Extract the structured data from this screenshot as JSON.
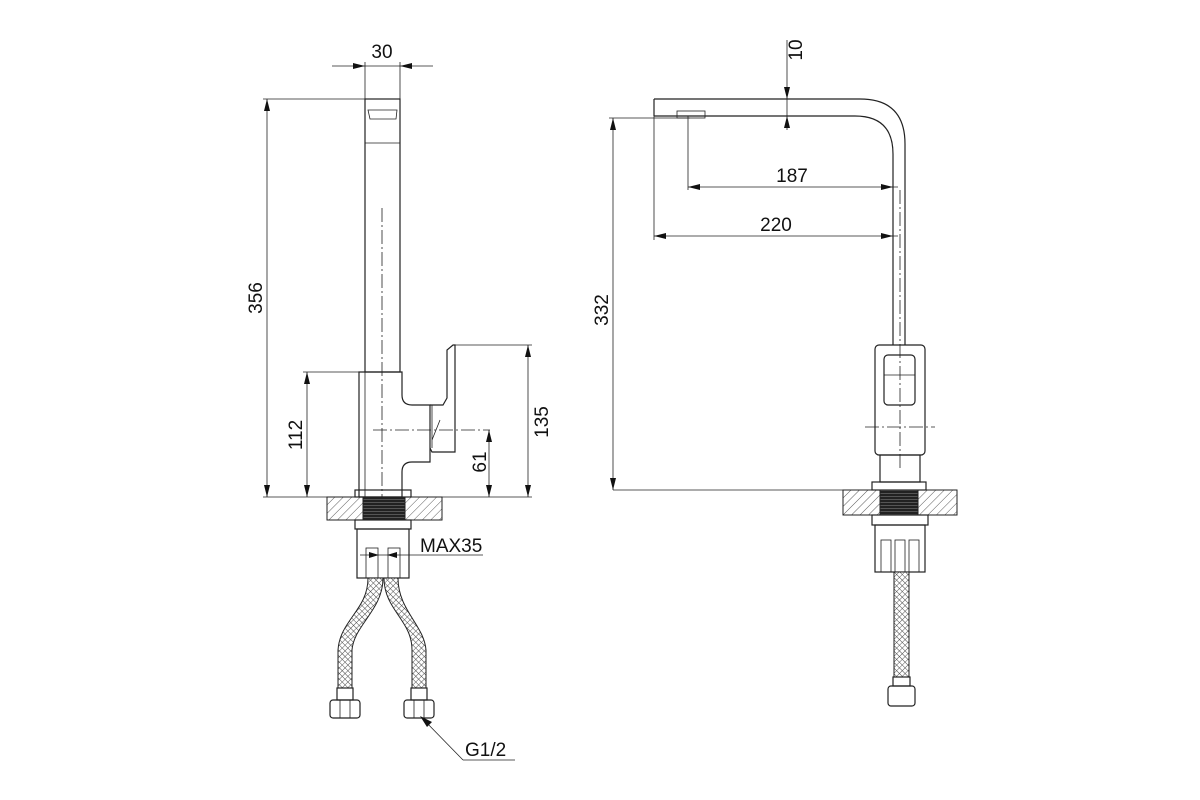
{
  "drawing": {
    "front_view": {
      "dimensions": {
        "spout_width": "30",
        "total_height": "356",
        "body_height": "112",
        "handle_height": "135",
        "handle_axis_height": "61",
        "max_countertop": "MAX35",
        "connection_thread": "G1/2"
      }
    },
    "side_view": {
      "dimensions": {
        "spout_thickness": "10",
        "aerator_reach": "187",
        "spout_reach": "220",
        "aerator_height": "332"
      }
    }
  }
}
